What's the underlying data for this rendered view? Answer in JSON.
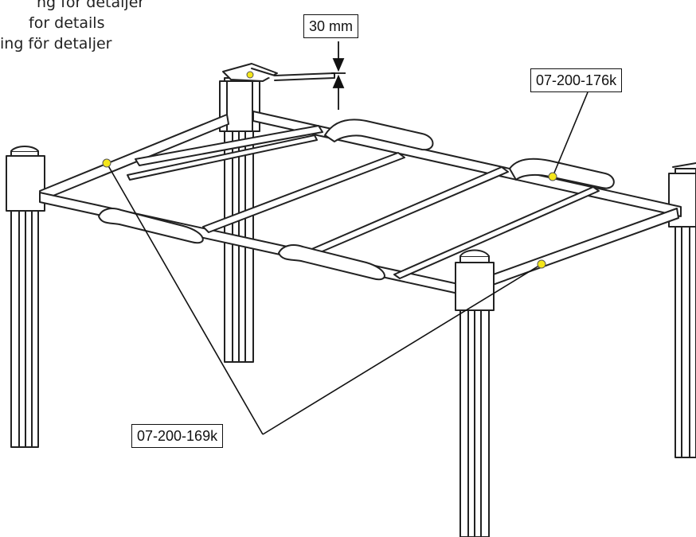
{
  "header": {
    "lines": [
      "ng för detaljer",
      "for details",
      "ing för detaljer"
    ]
  },
  "dimension": {
    "label": "30 mm"
  },
  "callouts": [
    {
      "id": "top",
      "label": "07-200-176k"
    },
    {
      "id": "bottom",
      "label": "07-200-169k"
    }
  ],
  "colors": {
    "line": "#111111",
    "marker": "#f4e61a",
    "paper": "#ffffff"
  }
}
